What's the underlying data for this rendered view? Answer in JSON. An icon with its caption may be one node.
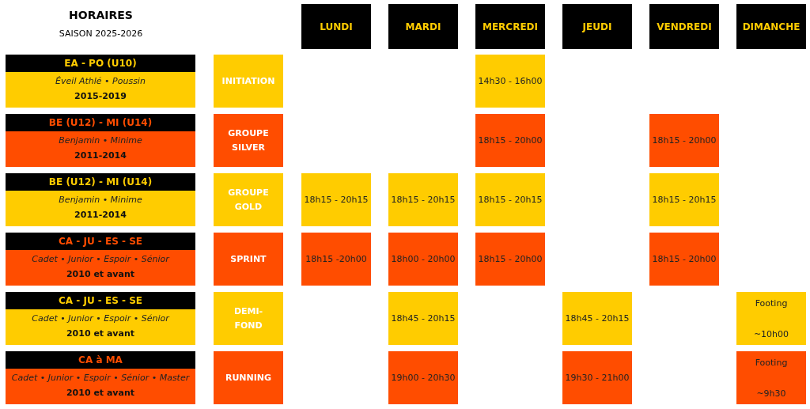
{
  "diagram": {
    "title": "HORAIRES",
    "nodes": [
      {
        "text": [
          "LUNDI"
        ]
      },
      {
        "text": [
          "MARDI"
        ]
      },
      {
        "text": [
          "MERCREDI"
        ]
      },
      {
        "text": [
          "JEUDI"
        ]
      },
      {
        "text": [
          "VENDREDI"
        ]
      },
      {
        "text": [
          "DIMANCHE"
        ]
      },
      {
        "text": [
          "EA - PO (U10)",
          "Éveil Athlé • Poussin",
          "2015-2019"
        ]
      },
      {
        "text": [
          "INITIATION"
        ]
      },
      {
        "text": [
          "14h30 - 16h00"
        ]
      },
      {
        "text": [
          "BE (U12) - MI (U14)",
          "Benjamin • Minime",
          "2011-2014"
        ]
      },
      {
        "text": [
          "GROUPE SILVER"
        ]
      },
      {
        "text": [
          "18h15 - 20h00"
        ]
      },
      {
        "text": [
          "18h15 - 20h00"
        ]
      },
      {
        "text": [
          "BE (U12) - MI (U14)",
          "Benjamin • Minime",
          "2011-2014"
        ]
      },
      {
        "text": [
          "GROUPE GOLD"
        ]
      },
      {
        "text": [
          "18h15 - 20h15"
        ]
      },
      {
        "text": [
          "18h15 - 20h15"
        ]
      },
      {
        "text": [
          "18h15 - 20h15"
        ]
      },
      {
        "text": [
          "18h15 - 20h15"
        ]
      },
      {
        "text": [
          "CA - JU - ES - SE",
          "Cadet • Junior • Espoir • Sénior",
          "2010 et avant"
        ]
      },
      {
        "text": [
          "SPRINT"
        ]
      },
      {
        "text": [
          "18h15 -20h00"
        ]
      },
      {
        "text": [
          "18h00 - 20h00"
        ]
      },
      {
        "text": [
          "18h15 - 20h00"
        ]
      },
      {
        "text": [
          "18h15 - 20h00"
        ]
      },
      {
        "text": [
          "CA - JU - ES - SE",
          "Cadet • Junior • Espoir • Sénior",
          "2010 et avant"
        ]
      },
      {
        "text": [
          "DEMI-FOND"
        ]
      },
      {
        "text": [
          "18h45 - 20h15"
        ]
      },
      {
        "text": [
          "18h45 - 20h15"
        ]
      },
      {
        "text": [
          "Footing",
          "~10h00"
        ]
      },
      {
        "text": [
          "CA à MA",
          "Cadet • Junior • Espoir • Sénior • Master",
          "2010 et avant"
        ]
      },
      {
        "text": [
          "RUNNING"
        ]
      },
      {
        "text": [
          "19h00 - 20h30"
        ]
      },
      {
        "text": [
          "19h30 - 21h00"
        ]
      },
      {
        "text": [
          "Footing",
          "~9h30"
        ]
      }
    ],
    "edges": [],
    "labels": [
      "SAISON 2025-2026"
    ]
  }
}
